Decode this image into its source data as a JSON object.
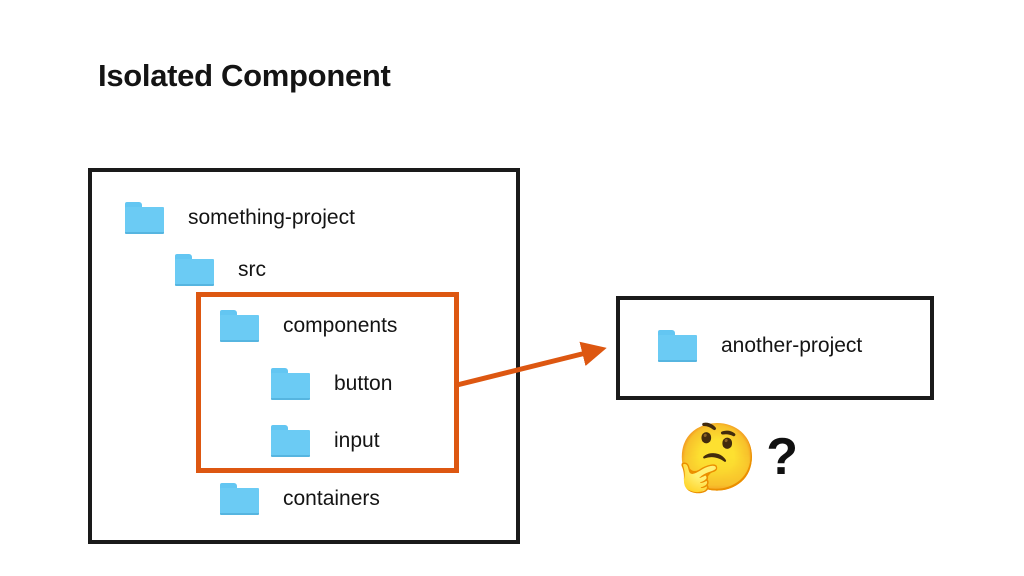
{
  "slide": {
    "title": "Isolated Component",
    "background_color": "#ffffff"
  },
  "colors": {
    "folder_blue": "#6BCBF4",
    "highlight_orange": "#DD5711",
    "box_border_black": "#1a1a1a",
    "text_black": "#141414"
  },
  "project_box": {
    "name": "something-project-box",
    "border_color": "#1a1a1a",
    "tree": [
      {
        "label": "something-project",
        "icon": "folder-icon",
        "depth": 0
      },
      {
        "label": "src",
        "icon": "folder-icon",
        "depth": 1
      },
      {
        "label": "components",
        "icon": "folder-icon",
        "depth": 2
      },
      {
        "label": "button",
        "icon": "folder-icon",
        "depth": 3
      },
      {
        "label": "input",
        "icon": "folder-icon",
        "depth": 3
      },
      {
        "label": "containers",
        "icon": "folder-icon",
        "depth": 2
      }
    ]
  },
  "components_highlight": {
    "name": "components-highlight-box",
    "border_color": "#DD5711",
    "contains": [
      "components",
      "button",
      "input"
    ]
  },
  "another_project_box": {
    "name": "another-project-box",
    "border_color": "#1a1a1a",
    "label": "another-project",
    "icon": "folder-icon"
  },
  "arrow": {
    "name": "reuse-arrow",
    "color": "#DD5711",
    "from": "components-highlight-box",
    "to": "another-project-box",
    "direction": "right-up"
  },
  "thinking": {
    "emoji": "🤔",
    "emoji_name": "thinking-face-emoji",
    "question_mark": "?"
  }
}
